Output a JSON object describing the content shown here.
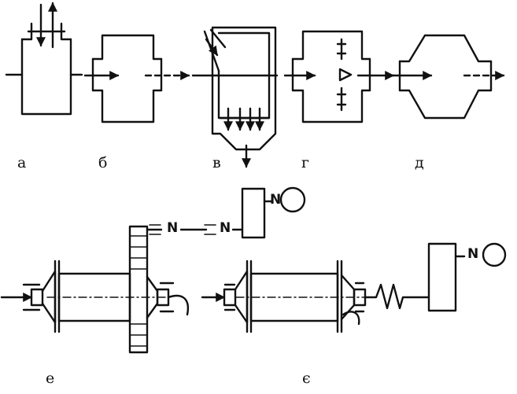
{
  "diagram": {
    "labels": {
      "a": "а",
      "b": "б",
      "v": "в",
      "g": "г",
      "d": "д",
      "e": "е",
      "ye": "є"
    },
    "motor_symbol": "N"
  }
}
